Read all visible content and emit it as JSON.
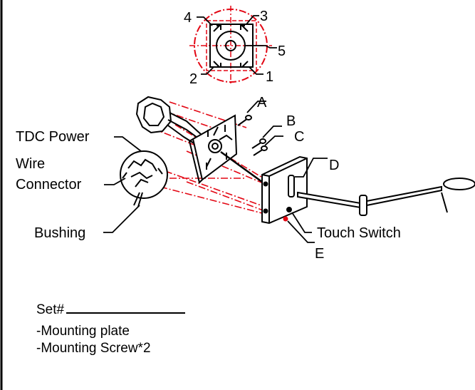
{
  "top_view": {
    "labels": [
      "1",
      "2",
      "3",
      "4",
      "5"
    ]
  },
  "callouts": {
    "A": "A",
    "B": "B",
    "C": "C",
    "D": "D",
    "E": "E",
    "tdc_power": "TDC Power",
    "wire": "Wire",
    "connector": "Connector",
    "bushing": "Bushing",
    "touch_switch": "Touch Switch"
  },
  "set_info": {
    "set_label": "Set#",
    "items": [
      "-Mounting plate",
      "-Mounting Screw*2"
    ]
  },
  "colors": {
    "line": "#000000",
    "guide": "#e30613",
    "dot": "#e30613"
  }
}
